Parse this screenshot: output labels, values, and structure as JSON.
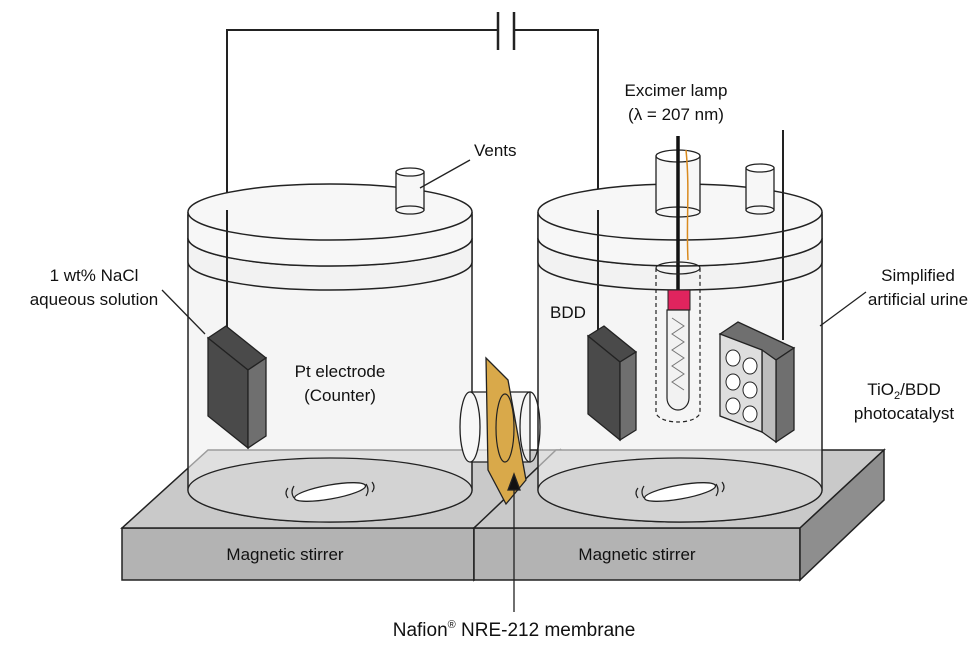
{
  "labels": {
    "vents": "Vents",
    "lamp_line1": "Excimer lamp",
    "lamp_line2": "(λ = 207 nm)",
    "nacl_line1": "1 wt% NaCl",
    "nacl_line2": "aqueous solution",
    "pt_line1": "Pt electrode",
    "pt_line2": "(Counter)",
    "bdd": "BDD",
    "urine_line1": "Simplified",
    "urine_line2": "artificial urine",
    "tio2_prefix": "TiO",
    "tio2_sub": "2",
    "tio2_suffix": "/BDD",
    "photocatalyst": "photocatalyst",
    "stirrer_left": "Magnetic stirrer",
    "stirrer_right": "Magnetic stirrer",
    "nafion_name": "Nafion",
    "nafion_reg": "®",
    "nafion_rest": " NRE-212 membrane"
  },
  "colors": {
    "stirrer_top": "#c9c9c9",
    "stirrer_front": "#b3b3b3",
    "stirrer_side": "#8e8e8e",
    "electrode_front": "#6f6f6f",
    "electrode_side": "#4a4a4a",
    "membrane": "#d9a94a",
    "lamp_cap": "#e0245e",
    "glass": "#f2f2f2",
    "outline": "#222222"
  }
}
